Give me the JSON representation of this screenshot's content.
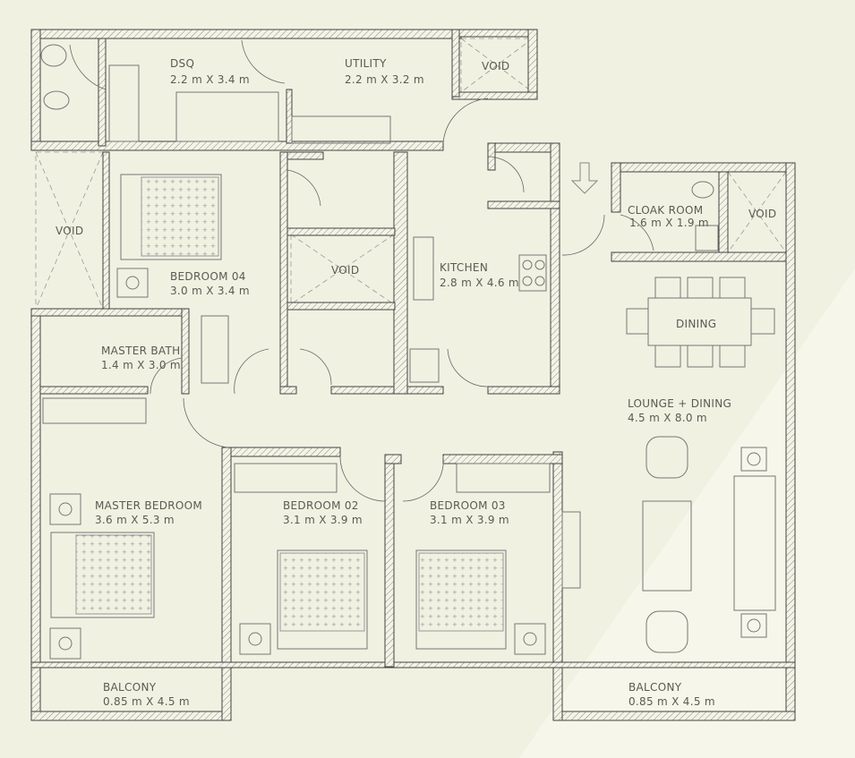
{
  "colors": {
    "background": "#f1f1e2",
    "wall_outline": "#444444",
    "text": "#5a5a52"
  },
  "rooms": {
    "dsq": {
      "name": "DSQ",
      "size": "2.2 m X 3.4 m"
    },
    "utility": {
      "name": "UTILITY",
      "size": "2.2 m X 3.2 m"
    },
    "cloak": {
      "name": "CLOAK ROOM",
      "size": "1.6 m X 1.9 m"
    },
    "bedroom04": {
      "name": "BEDROOM 04",
      "size": "3.0 m X 3.4 m"
    },
    "kitchen": {
      "name": "KITCHEN",
      "size": "2.8 m X 4.6 m"
    },
    "dining": {
      "name": "DINING"
    },
    "master_bath": {
      "name": "MASTER BATH",
      "size": "1.4 m X 3.0 m"
    },
    "lounge": {
      "name": "LOUNGE + DINING",
      "size": "4.5 m X 8.0 m"
    },
    "master_bedroom": {
      "name": "MASTER BEDROOM",
      "size": "3.6 m X 5.3 m"
    },
    "bedroom02": {
      "name": "BEDROOM 02",
      "size": "3.1 m X 3.9 m"
    },
    "bedroom03": {
      "name": "BEDROOM 03",
      "size": "3.1 m X 3.9 m"
    },
    "balcony_left": {
      "name": "BALCONY",
      "size": "0.85 m X 4.5 m"
    },
    "balcony_right": {
      "name": "BALCONY",
      "size": "0.85 m X 4.5 m"
    }
  },
  "voids": [
    "VOID",
    "VOID",
    "VOID",
    "VOID"
  ],
  "icons": {
    "entrance": "down-arrow-icon"
  }
}
